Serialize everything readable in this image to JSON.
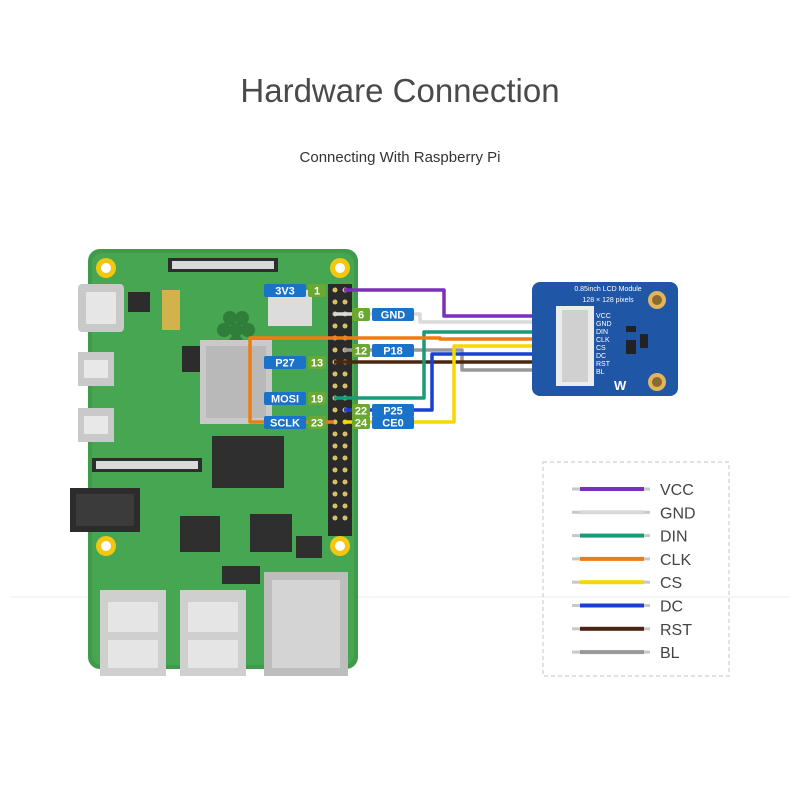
{
  "header": {
    "title": "Hardware Connection",
    "subtitle": "Connecting With Raspberry Pi"
  },
  "lcd_module": {
    "title": "0.85inch LCD Module",
    "resolution": "128 × 128 pixels",
    "pins": [
      "VCC",
      "GND",
      "DIN",
      "CLK",
      "CS",
      "DC",
      "RST",
      "BL"
    ]
  },
  "pi_pins": {
    "vcc": {
      "name": "3V3",
      "num": "1",
      "color": "#1a73c8",
      "numcolor": "#6aa832"
    },
    "gnd": {
      "name": "GND",
      "num": "6",
      "color": "#1a73c8",
      "numcolor": "#6aa832"
    },
    "bl": {
      "name": "P18",
      "num": "12",
      "color": "#1a73c8",
      "numcolor": "#6aa832"
    },
    "rst": {
      "name": "P27",
      "num": "13",
      "color": "#1a73c8",
      "numcolor": "#6aa832"
    },
    "din": {
      "name": "MOSI",
      "num": "19",
      "color": "#1a73c8",
      "numcolor": "#6aa832"
    },
    "dc": {
      "name": "P25",
      "num": "22",
      "color": "#1a73c8",
      "numcolor": "#6aa832"
    },
    "clk": {
      "name": "SCLK",
      "num": "23",
      "color": "#1a73c8",
      "numcolor": "#6aa832"
    },
    "cs": {
      "name": "CE0",
      "num": "24",
      "color": "#1a73c8",
      "numcolor": "#6aa832"
    }
  },
  "legend": [
    {
      "label": "VCC",
      "color": "#7b2fbe"
    },
    {
      "label": "GND",
      "color": "#d9d9d9"
    },
    {
      "label": "DIN",
      "color": "#1a9a78"
    },
    {
      "label": "CLK",
      "color": "#f07c10"
    },
    {
      "label": "CS",
      "color": "#f5d800"
    },
    {
      "label": "DC",
      "color": "#1a3fd6"
    },
    {
      "label": "RST",
      "color": "#4a2510"
    },
    {
      "label": "BL",
      "color": "#999999"
    }
  ]
}
